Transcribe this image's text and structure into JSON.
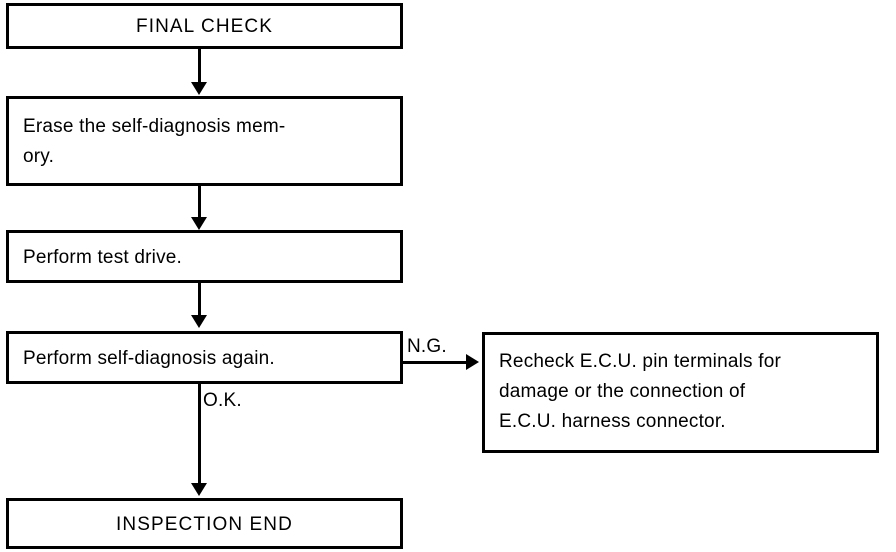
{
  "diagram": {
    "title": "FINAL CHECK",
    "nodes": [
      {
        "id": "final-check",
        "label": "FINAL CHECK",
        "align": "center"
      },
      {
        "id": "erase-memory",
        "label": "Erase the self-diagnosis mem-\nory.",
        "align": "left"
      },
      {
        "id": "test-drive",
        "label": "Perform test drive.",
        "align": "left"
      },
      {
        "id": "self-diag",
        "label": "Perform self-diagnosis again.",
        "align": "left"
      },
      {
        "id": "recheck-ecu",
        "label": "Recheck E.C.U. pin terminals for\ndamage or the connection of\nE.C.U. harness connector.",
        "align": "left"
      },
      {
        "id": "inspection-end",
        "label": "INSPECTION END",
        "align": "center"
      }
    ],
    "edge_labels": {
      "ok": "O.K.",
      "ng": "N.G."
    },
    "colors": {
      "line": "#000000",
      "box_fill": "#ffffff",
      "text": "#000000",
      "background": "#ffffff"
    }
  }
}
